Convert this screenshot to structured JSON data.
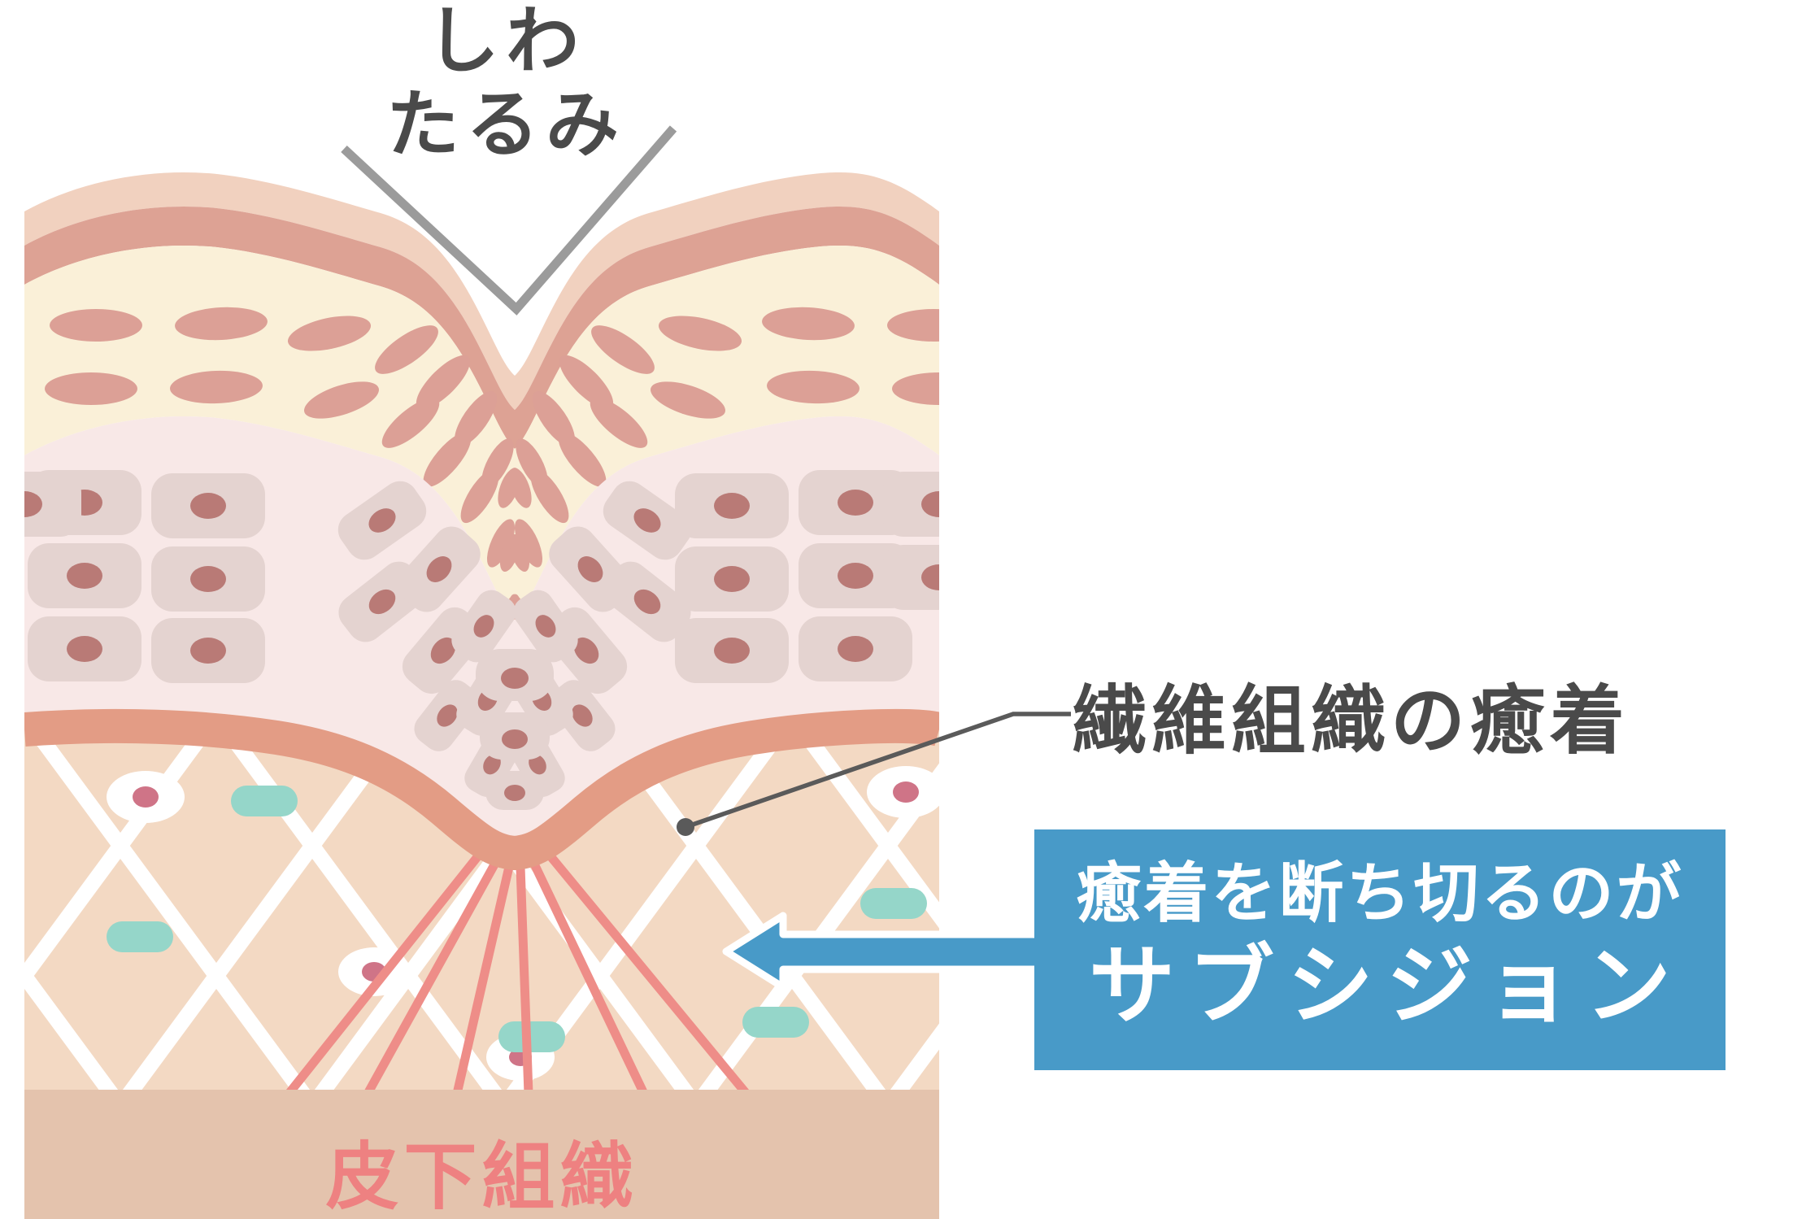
{
  "figure": {
    "wrinkle_label": {
      "line1": "しわ",
      "line2": "たるみ"
    },
    "adhesion_label": "繊維組織の癒着",
    "callout": {
      "line1": "癒着を断ち切るのが",
      "line2": "サブシジョン"
    },
    "subcutaneous_label": "皮下組織"
  },
  "icons": {
    "wrinkle_pointer": "chevron-down-icon",
    "adhesion_marker": "leader-line-dot-icon",
    "subcision_arrow": "arrow-left-icon"
  },
  "colors": {
    "ink": "#4a4a4a",
    "pointer_gray": "#9b9b9b",
    "leader_gray": "#5a5a5a",
    "accent_blue": "#489ac8",
    "surface_peach": "#f1d1bf",
    "corneum_pink": "#dda294",
    "cream": "#faf0d8",
    "flake": "#dca096",
    "epi_bg": "#f8e8e7",
    "cell_fill": "#e4d3d0",
    "cell_nucleus": "#b97a76",
    "derm_bg": "#f3d9c3",
    "lattice": "#ffffff",
    "capsule_teal": "#95d6c9",
    "derm_dot": "#cf7487",
    "fiber_pink": "#ee8d88",
    "band_salmon": "#e39c85",
    "subcut_band": "#e4c3ad",
    "subcut_text": "#ee8181"
  }
}
